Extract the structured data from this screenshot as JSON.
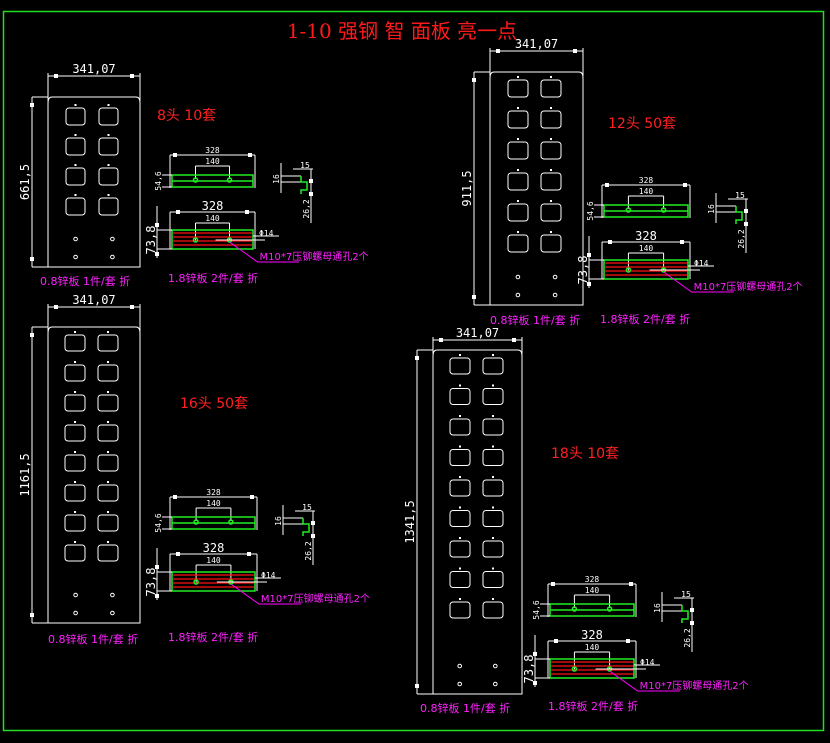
{
  "title": "1-10 强钢 智 面板  亮一点",
  "colors": {
    "background": "#000000",
    "frame": "#22dd22",
    "title": "#ff1a1a",
    "dimension": "#ffffff",
    "note": "#ff22ff",
    "bend_line": "#ff1111",
    "profile": "#22ee22"
  },
  "panels": [
    {
      "id": "8",
      "label": "8头 10套",
      "width_dim": "341,07",
      "height_dim": "661,5",
      "rows": 4,
      "front_note": "0.8锌板 1件/套 折",
      "bracket_top": {
        "length": "328",
        "hole_spacing": "140",
        "height": "54,6"
      },
      "bracket_bottom": {
        "length": "328",
        "hole_spacing": "140",
        "height": "73,8",
        "hole_dia": "Φ14"
      },
      "bracket_note": "1.8锌板 2件/套 折",
      "nut_note": "M10*7压铆螺母通孔2个",
      "profile": {
        "a": "16",
        "b": "15",
        "c": "26,2"
      }
    },
    {
      "id": "12",
      "label": "12头 50套",
      "width_dim": "341,07",
      "height_dim": "911,5",
      "rows": 6,
      "front_note": "0.8锌板 1件/套 折",
      "bracket_top": {
        "length": "328",
        "hole_spacing": "140",
        "height": "54,6"
      },
      "bracket_bottom": {
        "length": "328",
        "hole_spacing": "140",
        "height": "73,8",
        "hole_dia": "Φ14"
      },
      "bracket_note": "1.8锌板 2件/套 折",
      "nut_note": "M10*7压铆螺母通孔2个",
      "profile": {
        "a": "16",
        "b": "15",
        "c": "26,2"
      }
    },
    {
      "id": "16",
      "label": "16头 50套",
      "width_dim": "341,07",
      "height_dim": "1161,5",
      "rows": 8,
      "front_note": "0.8锌板 1件/套 折",
      "bracket_top": {
        "length": "328",
        "hole_spacing": "140",
        "height": "54,6"
      },
      "bracket_bottom": {
        "length": "328",
        "hole_spacing": "140",
        "height": "73,8",
        "hole_dia": "Φ14"
      },
      "bracket_note": "1.8锌板 2件/套 折",
      "nut_note": "M10*7压铆螺母通孔2个",
      "profile": {
        "a": "16",
        "b": "15",
        "c": "26,2"
      }
    },
    {
      "id": "18",
      "label": "18头 10套",
      "width_dim": "341,07",
      "height_dim": "1341,5",
      "rows": 9,
      "front_note": "0.8锌板 1件/套 折",
      "bracket_top": {
        "length": "328",
        "hole_spacing": "140",
        "height": "54,6"
      },
      "bracket_bottom": {
        "length": "328",
        "hole_spacing": "140",
        "height": "73,8",
        "hole_dia": "Φ14"
      },
      "bracket_note": "1.8锌板 2件/套 折",
      "nut_note": "M10*7压铆螺母通孔2个",
      "profile": {
        "a": "16",
        "b": "15",
        "c": "26,2"
      }
    }
  ]
}
